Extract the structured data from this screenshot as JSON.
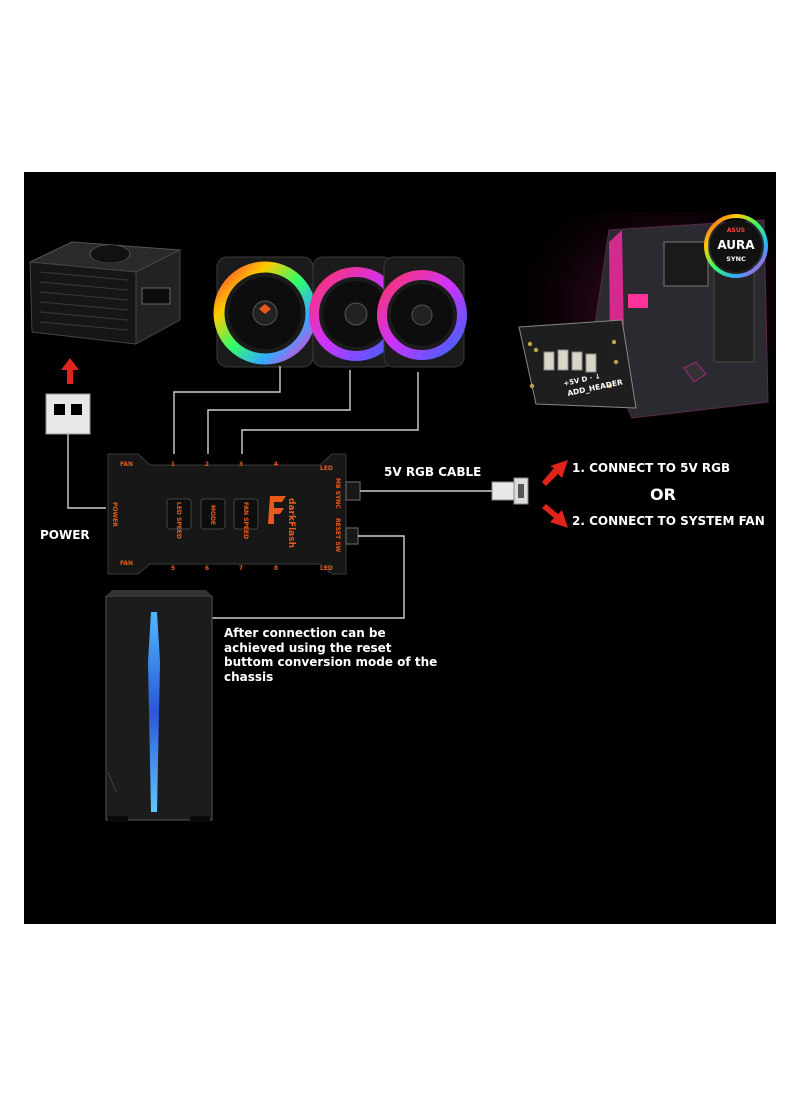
{
  "labels": {
    "power": "POWER",
    "cable": "5V RGB CABLE",
    "option1": "1. CONNECT TO 5V RGB",
    "or": "OR",
    "option2": "2. CONNECT TO SYSTEM FAN",
    "note": "After connection can be achieved using the reset buttom conversion mode of the chassis"
  },
  "hub": {
    "brand": "darkFlash",
    "port_numbers": [
      "1",
      "2",
      "3",
      "4",
      "5",
      "6",
      "7",
      "8"
    ],
    "corner_fan": "FAN",
    "corner_led": "LED",
    "side_power": "POWER",
    "side_mb_sync": "MB SYNC",
    "side_reset": "RESET SW",
    "buttons": [
      "LED SPEED",
      "MODE",
      "FAN SPEED"
    ]
  },
  "badge": {
    "brand": "ASUS",
    "line1": "AURA",
    "line2": "SYNC"
  },
  "header_label": {
    "line1": "+5V  D   ·   ↓",
    "line2": "ADD_HEADER"
  },
  "colors": {
    "accent_red": "#e0241b",
    "hub_orange": "#e85a1c",
    "panel": "#000000"
  }
}
